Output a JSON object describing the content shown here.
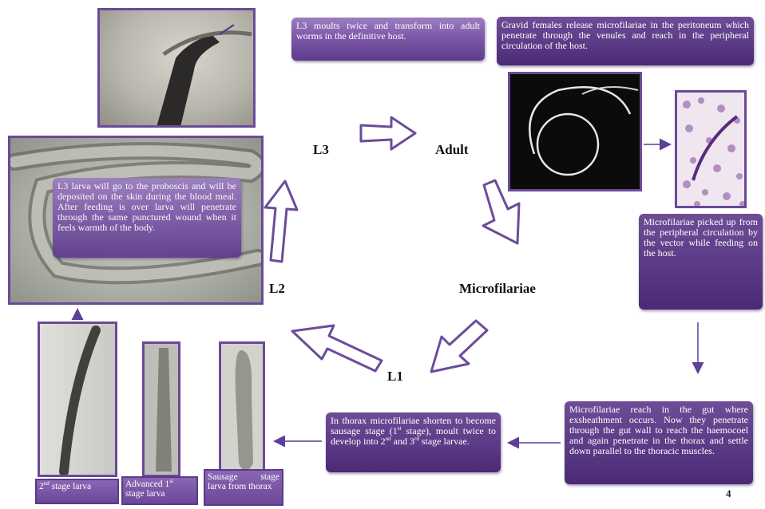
{
  "stages": {
    "l3": "L3",
    "adult": "Adult",
    "microfilariae": "Microfilariae",
    "l1": "L1",
    "l2": "L2"
  },
  "boxes": {
    "l3_moult": "L3 moults twice and transform into adult worms in the definitive host.",
    "gravid": "Gravid females release microfilariae in the peritoneum which penetrate through the venules and reach in the peripheral circulation of the host.",
    "picked_up": "Microfilariae picked up from the peripheral circulation by the vector while feeding on the host.",
    "gut": "Microfilariae reach in the gut where exsheathment occurs. Now they penetrate through the gut wall to reach the haemocoel and again penetrate in the thorax and settle down parallel to the thoracic muscles.",
    "thorax_a": "In thorax microfilariae shorten to become sausage stage (1",
    "thorax_sup1": "st",
    "thorax_b": " stage), moult twice to develop into 2",
    "thorax_sup2": "nd",
    "thorax_c": " and 3",
    "thorax_sup3": "rd",
    "thorax_d": " stage larvae.",
    "l3_larva": "L3 larva will go to the proboscis and will be deposited on the skin during the blood meal. After feeding is over larva will penetrate through the same punctured wound when it feels warmth of the body."
  },
  "photo_labels": {
    "second_a": "2",
    "second_sup": "nd",
    "second_b": " stage larva",
    "advanced_a": "Advanced 1",
    "advanced_sup": "st",
    "advanced_b": " stage larva",
    "sausage": "Sausage stage larva from thorax"
  },
  "page_number": "4",
  "colors": {
    "box_purple": "#7d59a9",
    "border_purple": "#6a4a98",
    "arrow_line": "#6a4aa0"
  }
}
